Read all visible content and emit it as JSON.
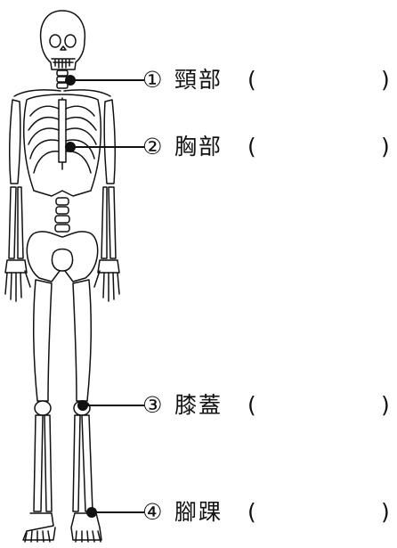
{
  "labels": [
    {
      "num": "①",
      "text": "頸部",
      "open": "(",
      "close": ")"
    },
    {
      "num": "②",
      "text": "胸部",
      "open": "(",
      "close": ")"
    },
    {
      "num": "③",
      "text": "膝蓋",
      "open": "(",
      "close": ")"
    },
    {
      "num": "④",
      "text": "腳踝",
      "open": "(",
      "close": ")"
    }
  ]
}
